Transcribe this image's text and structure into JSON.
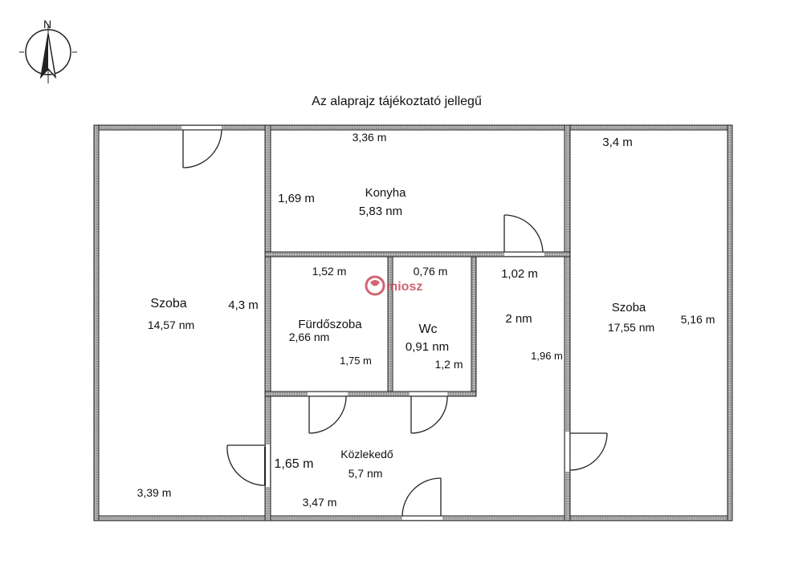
{
  "title": "Az alaprajz tájékoztató jellegű",
  "compass": {
    "north_label": "N",
    "icon": "north-arrow-icon"
  },
  "watermark": {
    "text": "miosz",
    "color": "#c94a5a"
  },
  "rooms": {
    "szoba_left": {
      "name": "Szoba",
      "area": "14,57 nm",
      "width": "3,39 m",
      "length": "4,3 m"
    },
    "konyha": {
      "name": "Konyha",
      "area": "5,83 nm",
      "width": "3,36 m",
      "depth": "1,69 m"
    },
    "furdoszoba": {
      "name": "Fürdőszoba",
      "area": "2,66 nm",
      "width": "1,52 m",
      "depth": "1,75 m"
    },
    "wc": {
      "name": "Wc",
      "area": "0,91 nm",
      "width": "0,76 m",
      "depth": "1,2 m"
    },
    "hall": {
      "area": "2 nm",
      "width": "1,02 m",
      "depth": "1,96 m"
    },
    "szoba_right": {
      "name": "Szoba",
      "area": "17,55 nm",
      "width": "3,4 m",
      "length": "5,16 m"
    },
    "kozlekedo": {
      "name": "Közlekedő",
      "area": "5,7 nm",
      "width": "3,47 m",
      "depth": "1,65 m"
    }
  },
  "colors": {
    "wall_fill": "#9a9a9a",
    "wall_stroke": "#222222",
    "door_stroke": "#222222"
  }
}
